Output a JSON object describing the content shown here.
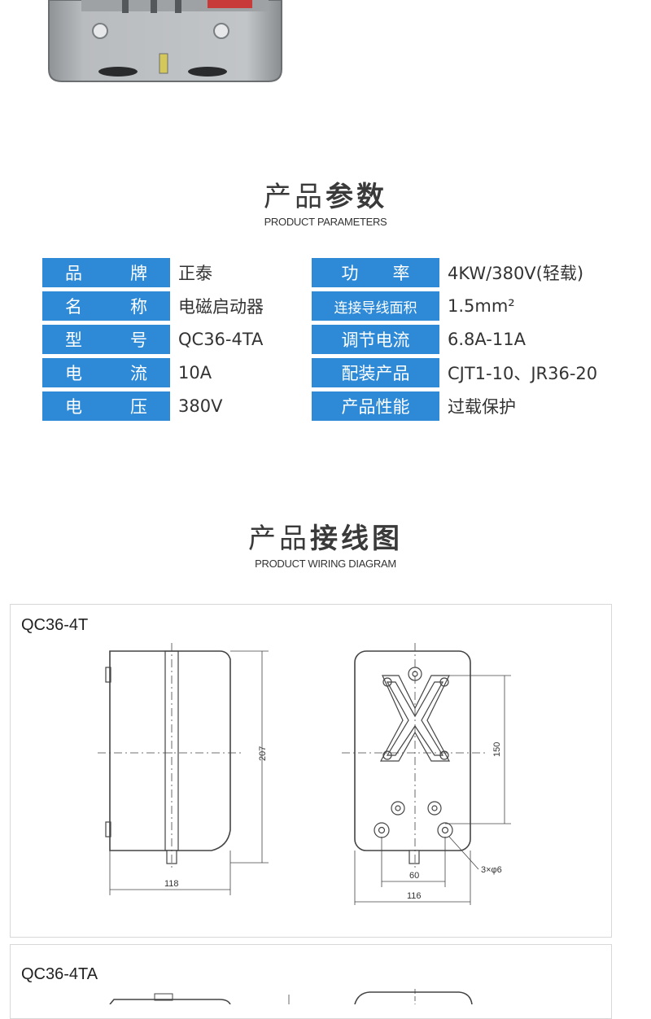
{
  "section_params": {
    "title_light": "产品",
    "title_bold": "参数",
    "subtitle": "PRODUCT PARAMETERS"
  },
  "params": [
    {
      "label_chars": [
        "品",
        "牌"
      ],
      "value": "正泰",
      "label2": "功　　率",
      "value2": "4KW/380V(轻载)"
    },
    {
      "label_chars": [
        "名",
        "称"
      ],
      "value": "电磁启动器",
      "label2": "连接导线面积",
      "value2": "1.5mm²"
    },
    {
      "label_chars": [
        "型",
        "号"
      ],
      "value": "QC36-4TA",
      "label2": "调节电流",
      "value2": "6.8A-11A"
    },
    {
      "label_chars": [
        "电",
        "流"
      ],
      "value": "10A",
      "label2": "配装产品",
      "value2": "CJT1-10、JR36-20"
    },
    {
      "label_chars": [
        "电",
        "压"
      ],
      "value": "380V",
      "label2": "产品性能",
      "value2": "过载保护"
    }
  ],
  "section_wiring": {
    "title_light": "产品",
    "title_bold": "接线图",
    "subtitle": "PRODUCT WIRING DIAGRAM"
  },
  "diagram1": {
    "model": "QC36-4T",
    "dim_height": "207",
    "dim_side_width": "118",
    "dim_hole_spacing": "150",
    "dim_hole_pitch": "60",
    "dim_front_width": "116",
    "hole_spec": "3×φ6"
  },
  "diagram2": {
    "model": "QC36-4TA"
  },
  "colors": {
    "label_bg": "#2e8ad6",
    "label_text": "#ffffff",
    "drawing_line": "#444444"
  }
}
